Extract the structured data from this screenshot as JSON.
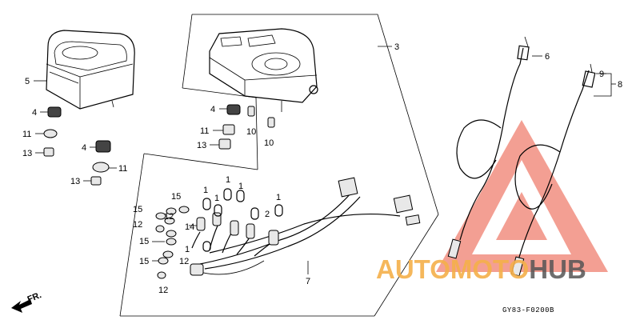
{
  "callouts": {
    "c1a": "1",
    "c1b": "1",
    "c1c": "1",
    "c1d": "1",
    "c1e": "1",
    "c1f": "1",
    "c2": "2",
    "c3": "3",
    "c4a": "4",
    "c4b": "4",
    "c4c": "4",
    "c5": "5",
    "c6": "6",
    "c7": "7",
    "c8": "8",
    "c9": "9",
    "c10a": "10",
    "c10b": "10",
    "c11a": "11",
    "c11b": "11",
    "c11c": "11",
    "c12a": "12",
    "c12b": "12",
    "c12c": "12",
    "c12d": "12",
    "c13a": "13",
    "c13b": "13",
    "c13c": "13",
    "c14": "14",
    "c15a": "15",
    "c15b": "15",
    "c15c": "15",
    "c15d": "15"
  },
  "front_marker": "FR.",
  "diagram_code": "GY83-F0200B",
  "watermark": {
    "part1": "AUTOMOTO",
    "part2": "HUB",
    "color_primary": "#f08070",
    "color_accent": "#f5b04a",
    "color_dark": "#555555",
    "logo": "triangle-logo"
  }
}
